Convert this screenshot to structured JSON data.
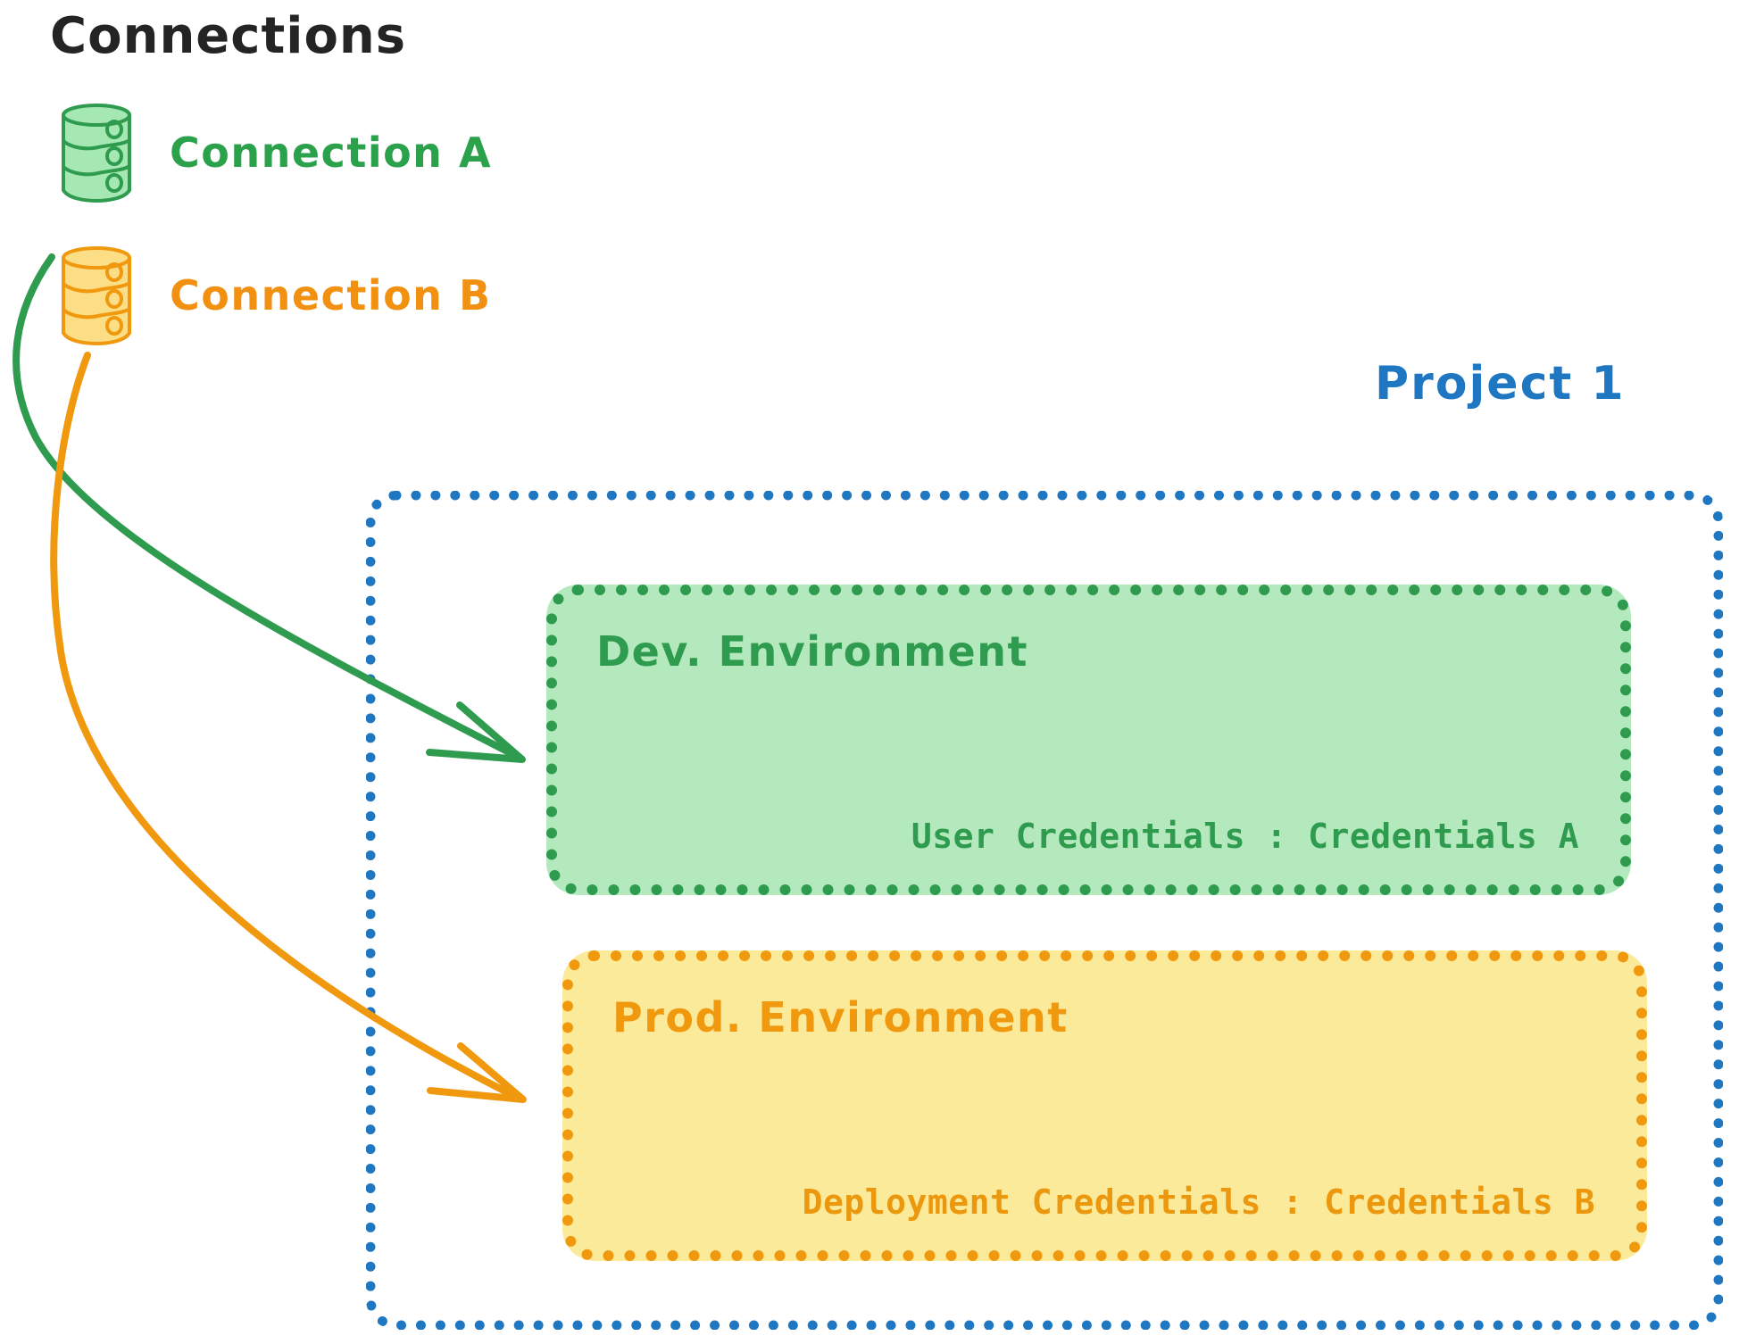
{
  "header": {
    "title": "Connections"
  },
  "connections": [
    {
      "id": "connection-a",
      "label": "Connection A",
      "color": "#2BA14C",
      "icon": "database-cylinder-icon",
      "fill": "#A6E8B4"
    },
    {
      "id": "connection-b",
      "label": "Connection B",
      "color": "#F29111",
      "icon": "database-cylinder-icon",
      "fill": "#FCDE86"
    }
  ],
  "project": {
    "label": "Project 1",
    "border_color": "#1F77C2",
    "environments": [
      {
        "id": "dev-environment",
        "title": "Dev. Environment",
        "credentials_label": "User Credentials : Credentials A",
        "border_color": "#2E9B4E",
        "fill_color": "#B3E9BD",
        "text_color": "#2E9B4E"
      },
      {
        "id": "prod-environment",
        "title": "Prod. Environment",
        "credentials_label": "Deployment Credentials : Credentials B",
        "border_color": "#F0980E",
        "fill_color": "#FCEA9B",
        "text_color": "#EB980E"
      }
    ]
  },
  "arrows": [
    {
      "id": "arrow-connection-a-to-dev",
      "from": "connection-a",
      "to": "dev-environment",
      "color": "#2E9B4E"
    },
    {
      "id": "arrow-connection-b-to-prod",
      "from": "connection-b",
      "to": "prod-environment",
      "color": "#F0980E"
    }
  ]
}
